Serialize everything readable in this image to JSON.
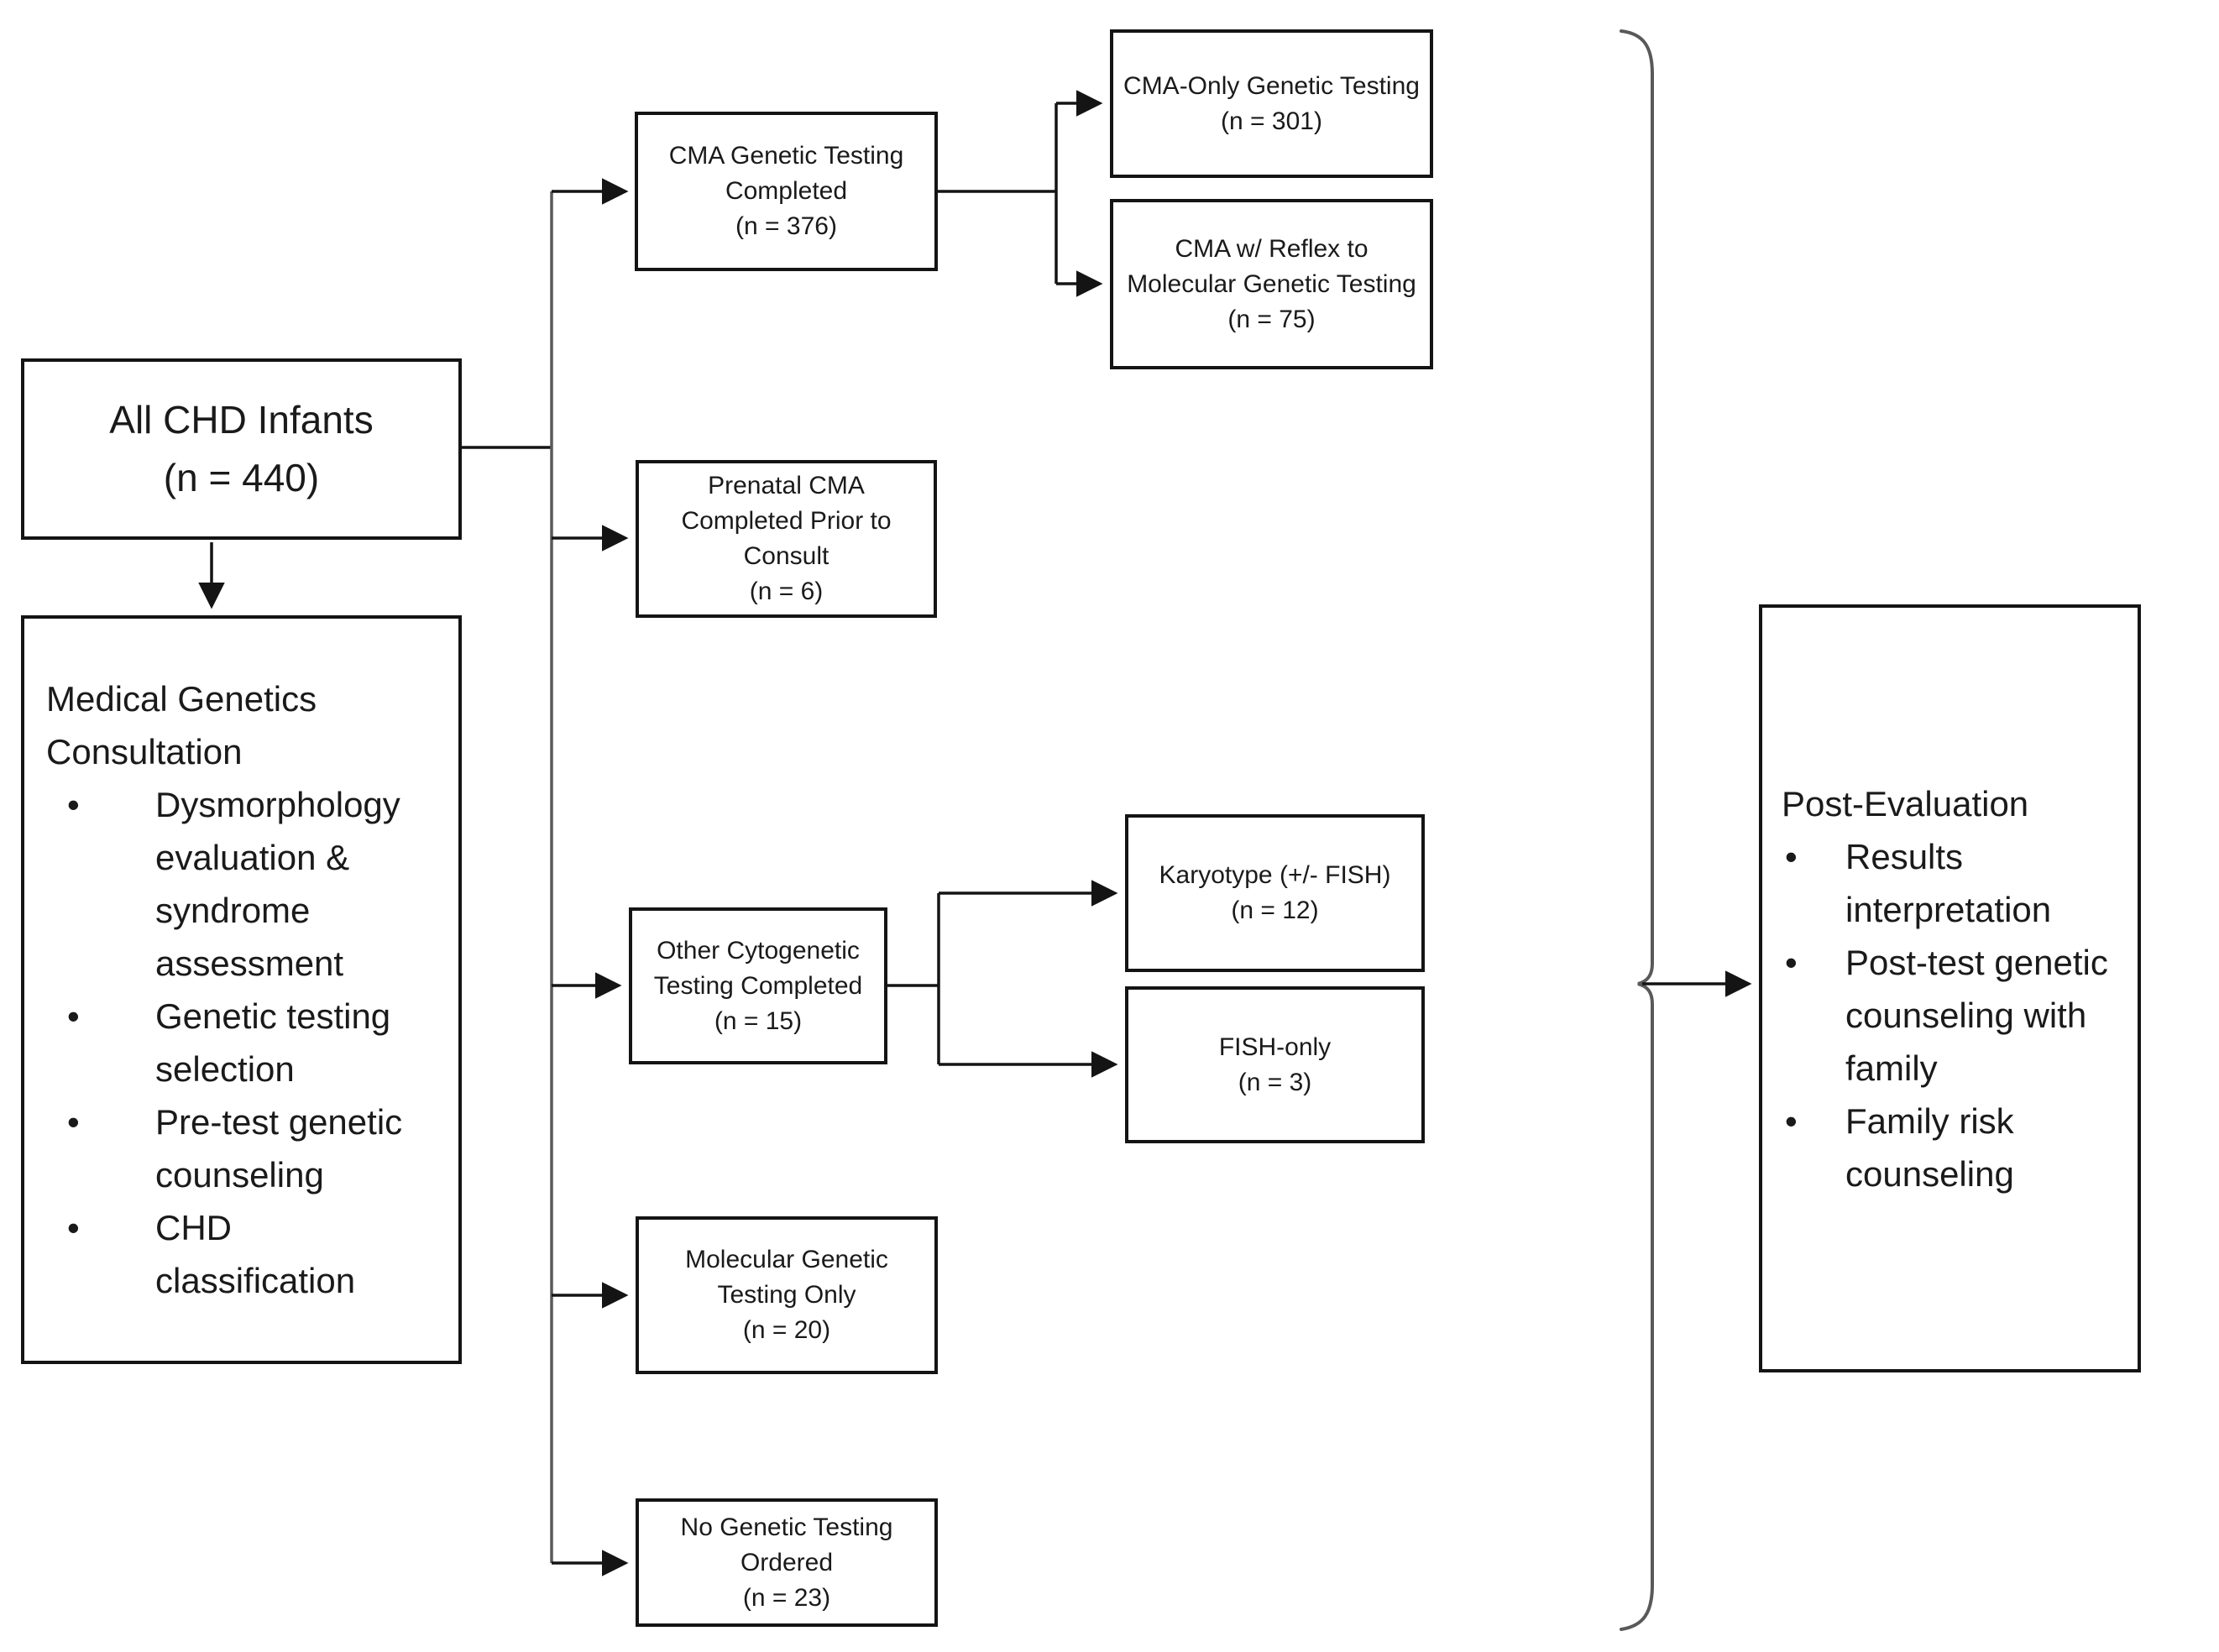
{
  "nodes": {
    "all_chd": {
      "lines": [
        "All CHD Infants",
        "(n = 440)"
      ]
    },
    "consultation": {
      "title": "Medical Genetics Consultation",
      "bullets": [
        "Dysmorphology evaluation & syndrome assessment",
        "Genetic testing selection",
        "Pre-test genetic counseling",
        "CHD classification"
      ]
    },
    "cma_completed": {
      "lines": [
        "CMA Genetic Testing",
        "Completed",
        "(n = 376)"
      ]
    },
    "prenatal_cma": {
      "lines": [
        "Prenatal CMA",
        "Completed Prior to",
        "Consult",
        "(n = 6)"
      ]
    },
    "other_cytogenetic": {
      "lines": [
        "Other Cytogenetic",
        "Testing Completed",
        "(n = 15)"
      ]
    },
    "molecular_only": {
      "lines": [
        "Molecular Genetic",
        "Testing Only",
        "(n = 20)"
      ]
    },
    "no_testing": {
      "lines": [
        "No Genetic Testing",
        "Ordered",
        "(n = 23)"
      ]
    },
    "cma_only": {
      "lines": [
        "CMA-Only Genetic Testing",
        "(n = 301)"
      ]
    },
    "cma_reflex": {
      "lines": [
        "CMA w/ Reflex to",
        "Molecular Genetic Testing",
        "(n = 75)"
      ]
    },
    "karyotype": {
      "lines": [
        "Karyotype (+/- FISH)",
        "(n = 12)"
      ]
    },
    "fish_only": {
      "lines": [
        "FISH-only",
        "(n = 3)"
      ]
    },
    "post_evaluation": {
      "title": "Post-Evaluation",
      "bullets": [
        "Results interpretation",
        "Post-test genetic counseling with family",
        "Family risk counseling"
      ]
    }
  },
  "colors": {
    "line_black": "#141414",
    "connector_gray": "#595959",
    "background": "#ffffff"
  }
}
